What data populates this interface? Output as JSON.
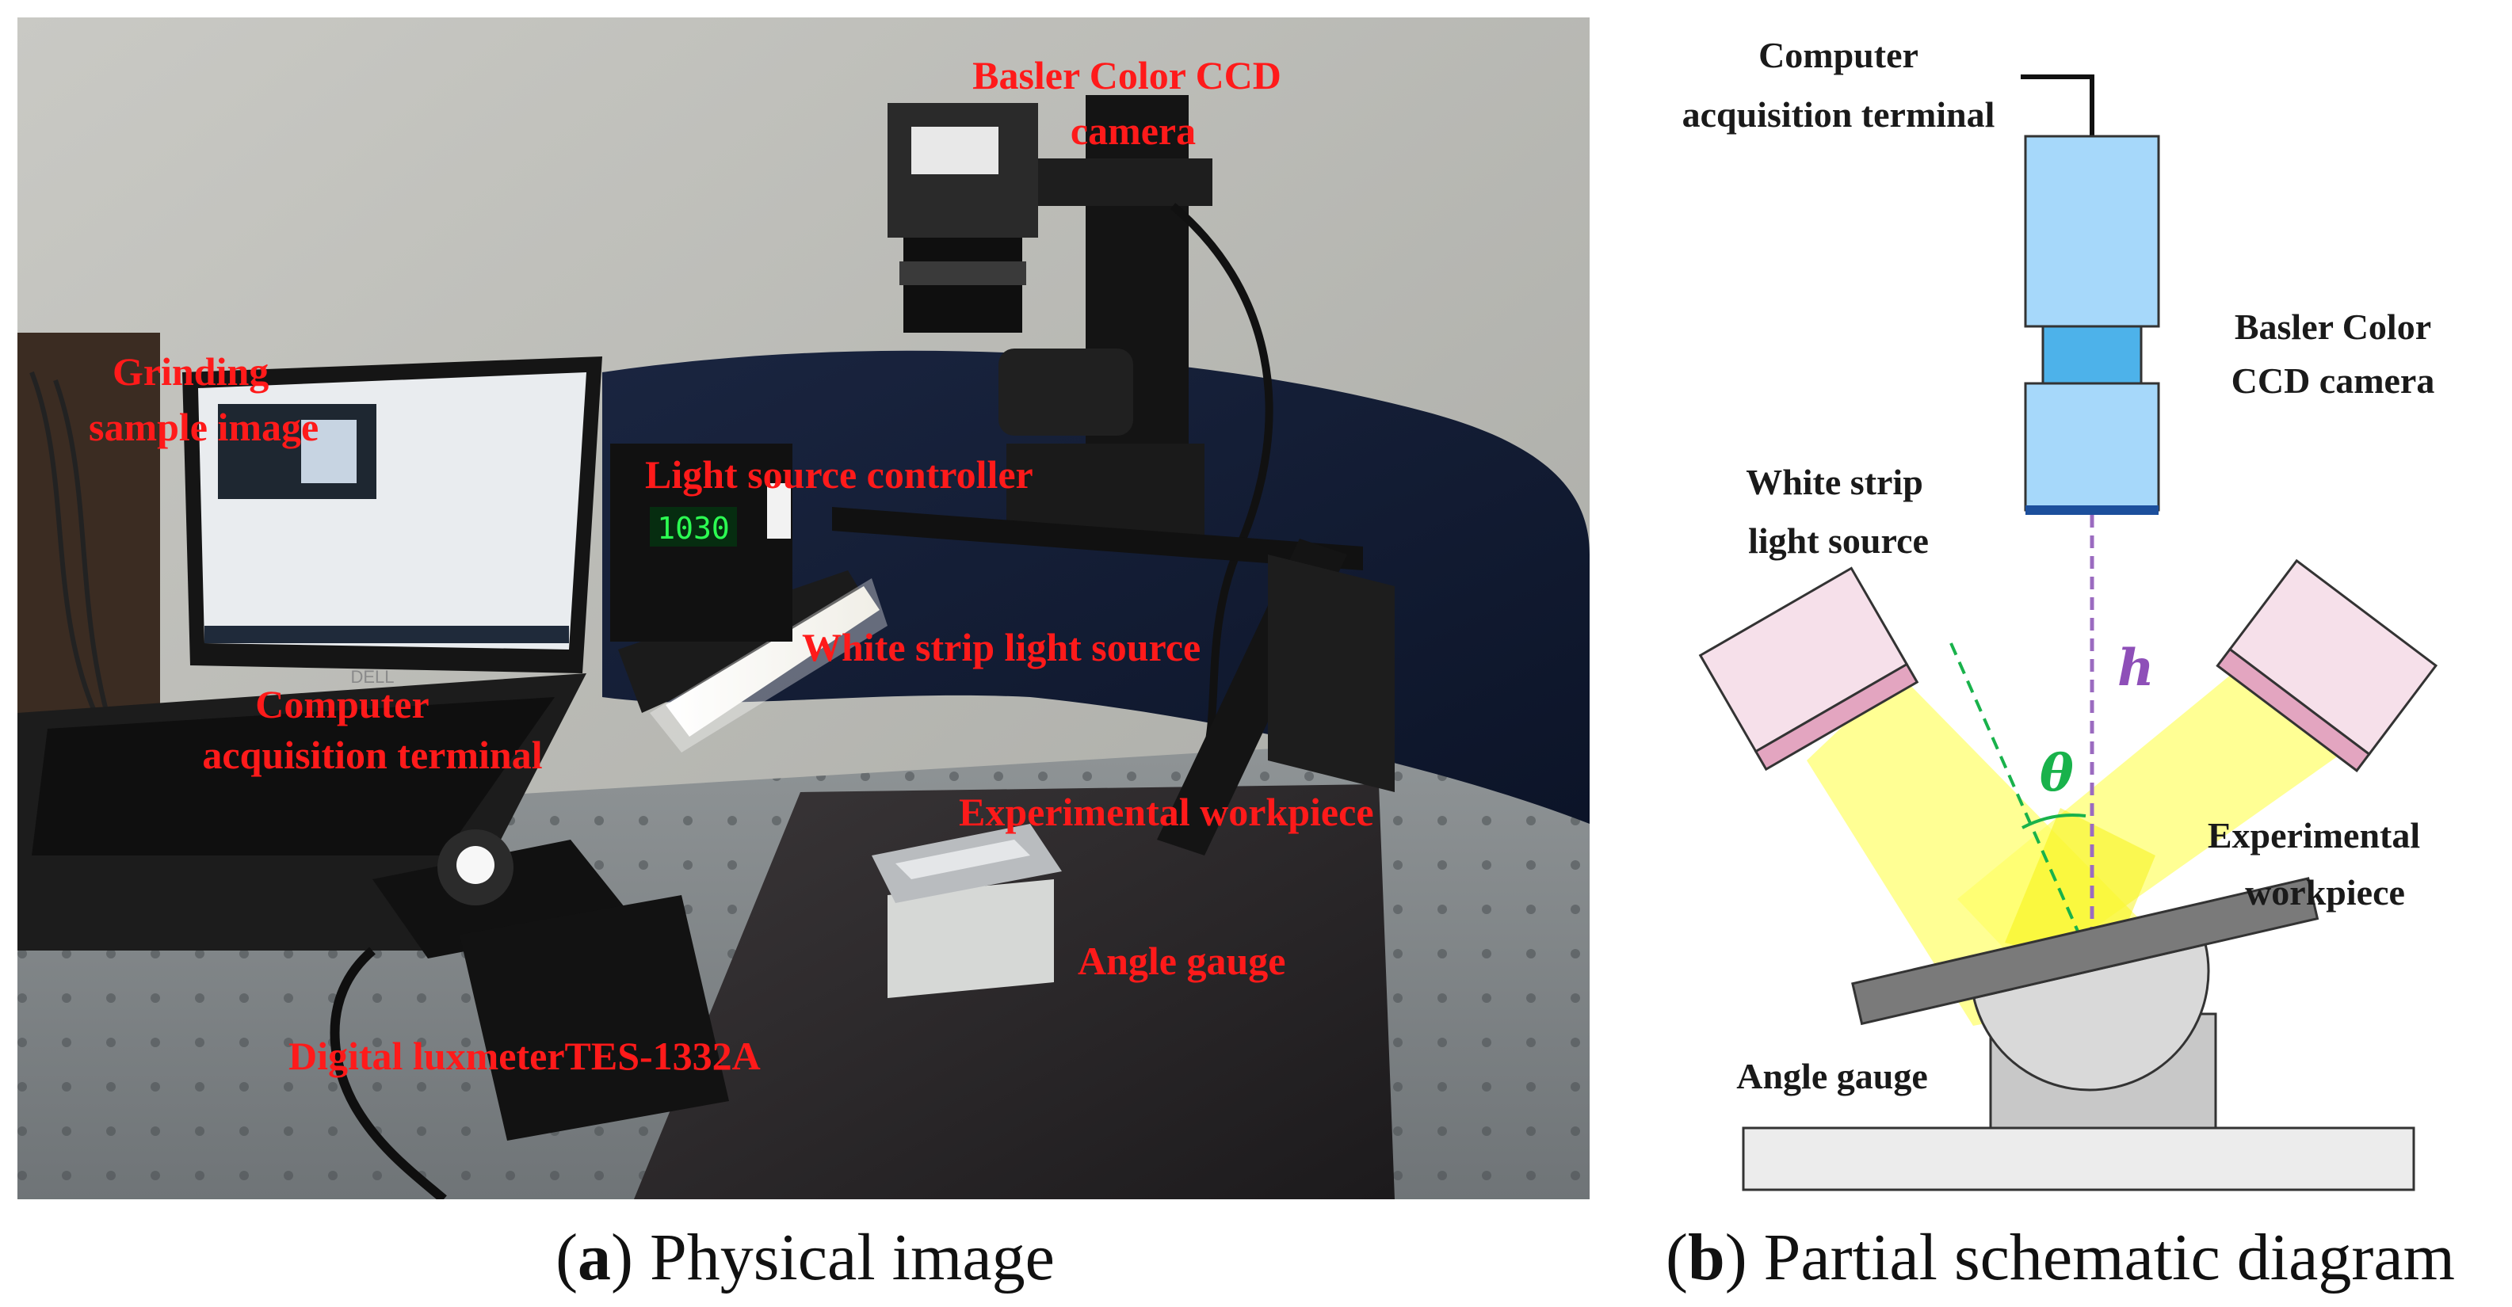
{
  "panel_a": {
    "labels": {
      "camera_line1": "Basler Color CCD",
      "camera_line2": "camera",
      "grinding_line1": "Grinding",
      "grinding_line2": "sample image",
      "controller": "Light source controller",
      "strip_light": "White strip light source",
      "computer_line1": "Computer",
      "computer_line2": "acquisition terminal",
      "workpiece": "Experimental workpiece",
      "angle_gauge": "Angle gauge",
      "luxmeter": "Digital luxmeterTES-1332A"
    },
    "device_text": {
      "controller_display": "1030",
      "laptop_brand": "DELL"
    },
    "caption": {
      "open": "(",
      "letter": "a",
      "text": ") Physical image"
    }
  },
  "panel_b": {
    "labels": {
      "computer_line1": "Computer",
      "computer_line2": "acquisition terminal",
      "camera_line1": "Basler Color",
      "camera_line2": "CCD camera",
      "strip_line1": "White strip",
      "strip_line2": "light source",
      "workpiece_line1": "Experimental",
      "workpiece_line2": "workpiece",
      "angle_gauge": "Angle gauge",
      "height_symbol": "h",
      "angle_symbol": "θ"
    },
    "caption": {
      "open": "(",
      "letter": "b",
      "text": ") Partial schematic diagram"
    }
  },
  "colors": {
    "photo_label": "#ff1a1a",
    "camera_body": "#a6d8fa",
    "camera_band": "#4db2ea",
    "camera_lens_rim": "#1c4f9c",
    "light_housing": "#f6e0ea",
    "light_strip": "#e3a5c0",
    "light_beam": "#ffff66",
    "beam_overlap": "#f5f000",
    "workpiece": "#7a7a7a",
    "gauge": "#d9d9d9",
    "height_line": "#9b6bc0",
    "normal_line": "#19b24b"
  }
}
